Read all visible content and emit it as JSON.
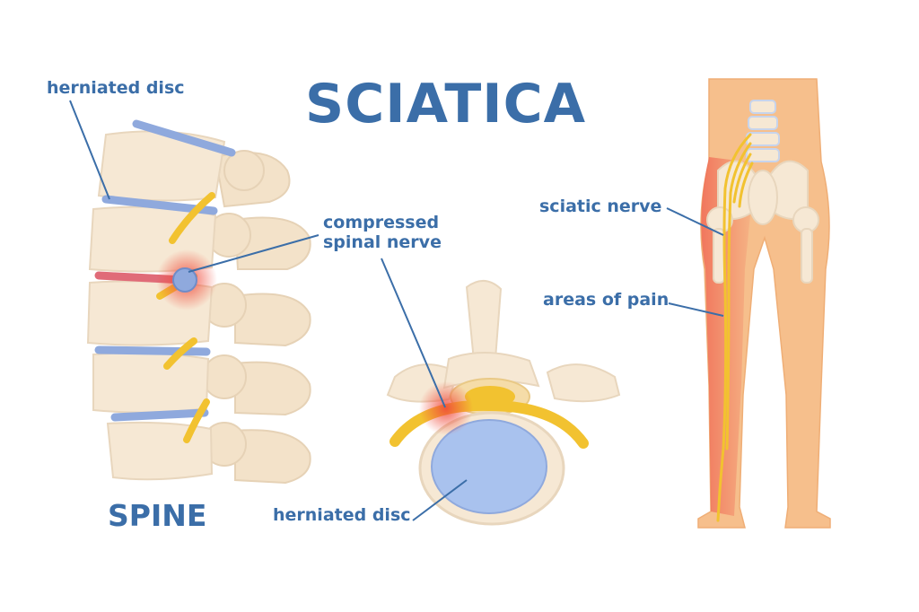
{
  "title": "SCIATICA",
  "spine_heading": "SPINE",
  "labels": {
    "herniated_disc_top": "herniated disc",
    "compressed_line1": "compressed",
    "compressed_line2": "spinal nerve",
    "sciatic_nerve": "sciatic nerve",
    "areas_of_pain": "areas of pain",
    "herniated_disc_bottom": "herniated disc"
  },
  "colors": {
    "text": "#3b6ea8",
    "bone": "#f6e8d4",
    "bone_edge": "#e8d6bd",
    "disc": "#8fa9dd",
    "disc_herniated": "#e06b78",
    "nerve": "#f2c230",
    "skin": "#f6bf8c",
    "pain": "#f06a55",
    "disc_cross_section": "#a9c2ee"
  }
}
